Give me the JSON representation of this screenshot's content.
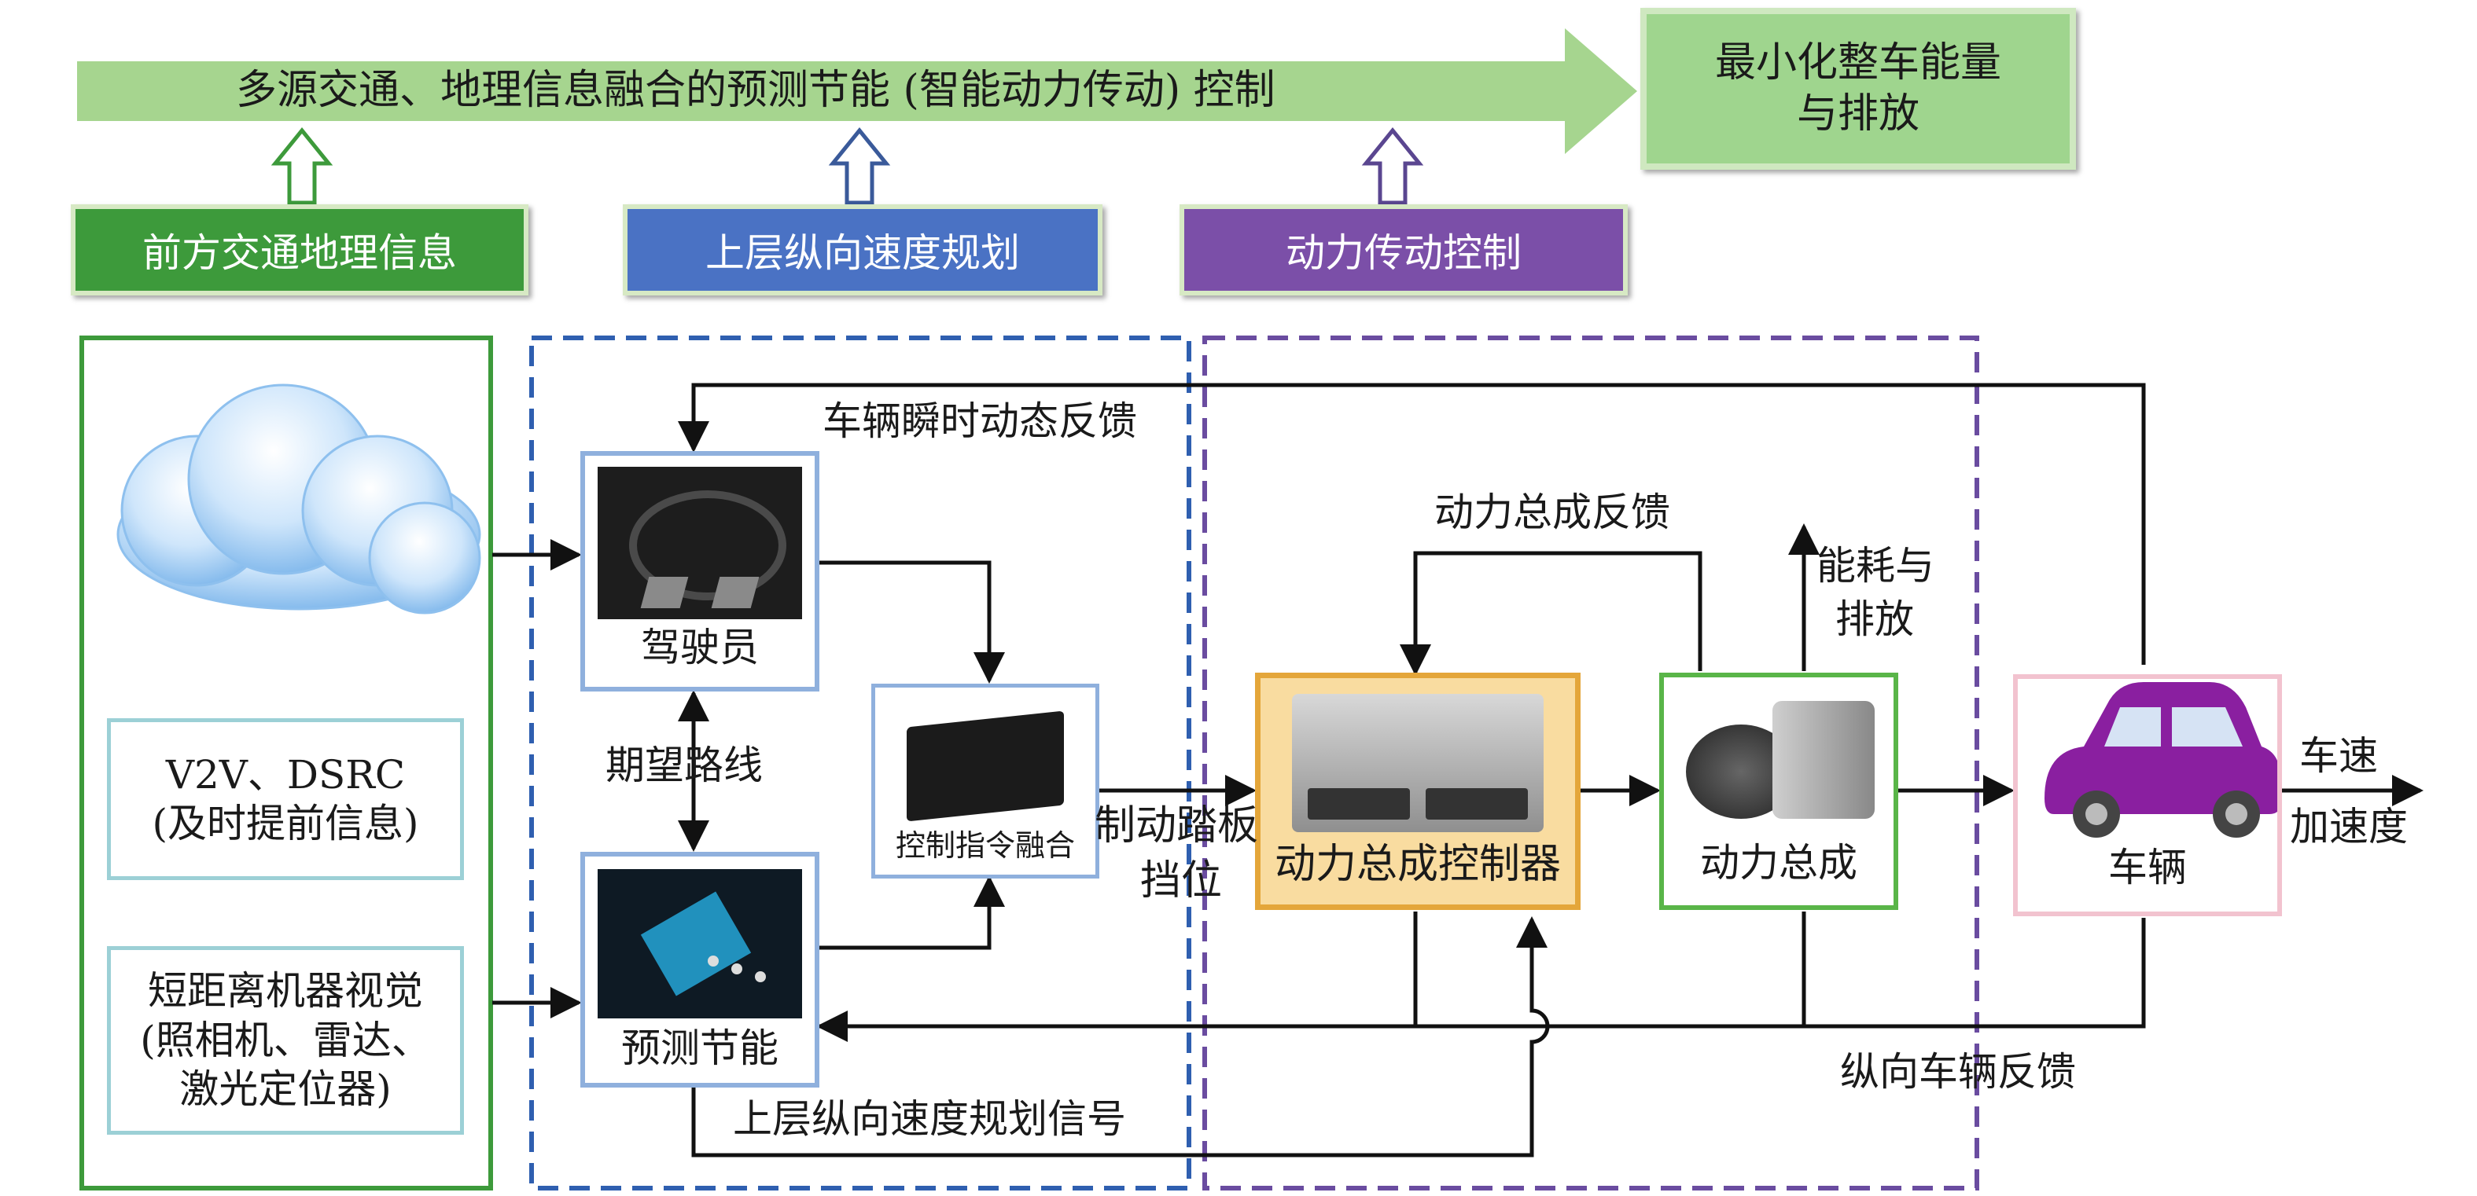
{
  "top_banner": {
    "arrow_text": "多源交通、地理信息融合的预测节能 (智能动力传动) 控制",
    "goal_lines": [
      "最小化整车能量",
      "与排放"
    ]
  },
  "categories": [
    {
      "label": "前方交通地理信息",
      "color": "#3d9a3b"
    },
    {
      "label": "上层纵向速度规划",
      "color": "#4a72c4"
    },
    {
      "label": "动力传动控制",
      "color": "#7b4fa8"
    }
  ],
  "sources": {
    "v2v_lines": [
      "V2V、DSRC",
      "(及时提前信息)"
    ],
    "vision_lines": [
      "短距离机器视觉",
      "(照相机、雷达、",
      "激光定位器)"
    ]
  },
  "nodes": {
    "driver": "驾驶员",
    "predictive": "预测节能",
    "fusion": "控制指令融合",
    "pcu": "动力总成控制器",
    "powertrain": "动力总成",
    "vehicle": "车辆"
  },
  "edge_labels": {
    "instant_feedback": "车辆瞬时动态反馈",
    "expected_route": "期望路线",
    "brake_pedal": "制动踏板",
    "gear": "挡位",
    "powertrain_feedback": "动力总成反馈",
    "energy_emission_lines": [
      "能耗与",
      "排放"
    ],
    "speed": "车速",
    "acceleration": "加速度",
    "longitudinal_feedback": "纵向车辆反馈",
    "upper_signal": "上层纵向速度规划信号"
  },
  "colors": {
    "banner_green": "#a6d58f",
    "green_frame": "#3d9a3b",
    "blue_dash": "#2f5fb0",
    "purple_dash": "#6a4ca0",
    "pcu_fill": "#f9dca0",
    "pcu_border": "#e4a63a",
    "powertrain_border": "#59b548",
    "vehicle_border": "#f2c3cf",
    "node_border": "#8fb0dd",
    "teal_border": "#9cd0d6"
  }
}
